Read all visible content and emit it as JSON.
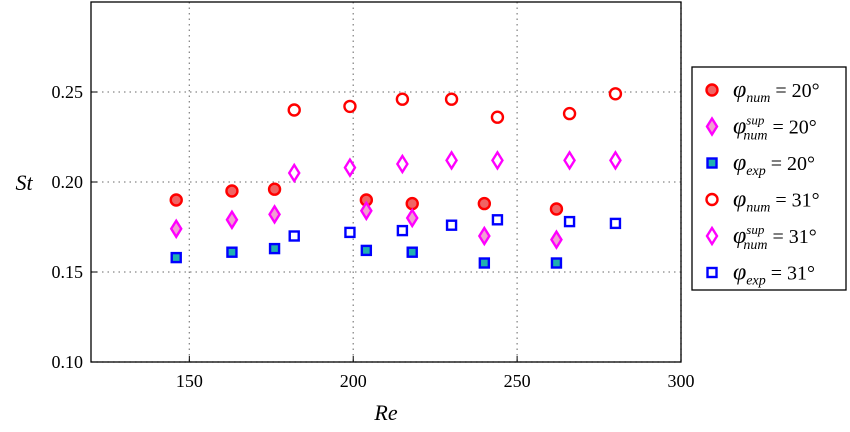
{
  "chart_data": {
    "type": "scatter",
    "xlabel": "Re",
    "ylabel": "St",
    "xlim": [
      120,
      300
    ],
    "ylim": [
      0.1,
      0.3
    ],
    "xticks": [
      150,
      200,
      250,
      300
    ],
    "yticks": [
      0.1,
      0.15,
      0.2,
      0.25
    ],
    "xtick_labels": [
      "150",
      "200",
      "250",
      "300"
    ],
    "ytick_labels": [
      "0.10",
      "0.15",
      "0.20",
      "0.25"
    ],
    "grid": true,
    "legend_placement": "right-outside",
    "series": [
      {
        "name": "φnum = 20°",
        "base": "φ",
        "sub": "num",
        "sup": "",
        "rhs": "= 20°",
        "marker": "circle",
        "filled": true,
        "stroke": "#ff0000",
        "fill": "#f06464",
        "x": [
          146,
          163,
          176,
          204,
          218,
          240,
          262
        ],
        "y": [
          0.19,
          0.195,
          0.196,
          0.19,
          0.188,
          0.188,
          0.185
        ]
      },
      {
        "name": "φnum^sup = 20°",
        "base": "φ",
        "sub": "num",
        "sup": "sup",
        "rhs": "= 20°",
        "marker": "diamond",
        "filled": true,
        "stroke": "#ff00ff",
        "fill": "#f0a0d0",
        "x": [
          146,
          163,
          176,
          204,
          218,
          240,
          262
        ],
        "y": [
          0.174,
          0.179,
          0.182,
          0.184,
          0.18,
          0.17,
          0.168
        ]
      },
      {
        "name": "φexp = 20°",
        "base": "φ",
        "sub": "exp",
        "sup": "",
        "rhs": "= 20°",
        "marker": "square",
        "filled": true,
        "stroke": "#0000ff",
        "fill": "#20b0b0",
        "x": [
          146,
          163,
          176,
          204,
          218,
          240,
          262
        ],
        "y": [
          0.158,
          0.161,
          0.163,
          0.162,
          0.161,
          0.155,
          0.155
        ]
      },
      {
        "name": "φnum = 31°",
        "base": "φ",
        "sub": "num",
        "sup": "",
        "rhs": "= 31°",
        "marker": "circle",
        "filled": false,
        "stroke": "#ff0000",
        "fill": "#ffffff",
        "x": [
          182,
          199,
          215,
          230,
          244,
          266,
          280
        ],
        "y": [
          0.24,
          0.242,
          0.246,
          0.246,
          0.236,
          0.238,
          0.249
        ]
      },
      {
        "name": "φnum^sup = 31°",
        "base": "φ",
        "sub": "num",
        "sup": "sup",
        "rhs": "= 31°",
        "marker": "diamond",
        "filled": false,
        "stroke": "#ff00ff",
        "fill": "#ffffff",
        "x": [
          182,
          199,
          215,
          230,
          244,
          266,
          280
        ],
        "y": [
          0.205,
          0.208,
          0.21,
          0.212,
          0.212,
          0.212,
          0.212
        ]
      },
      {
        "name": "φexp = 31°",
        "base": "φ",
        "sub": "exp",
        "sup": "",
        "rhs": "= 31°",
        "marker": "square",
        "filled": false,
        "stroke": "#0000ff",
        "fill": "#ffffff",
        "x": [
          182,
          199,
          215,
          230,
          244,
          266,
          280
        ],
        "y": [
          0.17,
          0.172,
          0.173,
          0.176,
          0.179,
          0.178,
          0.177
        ]
      }
    ]
  }
}
